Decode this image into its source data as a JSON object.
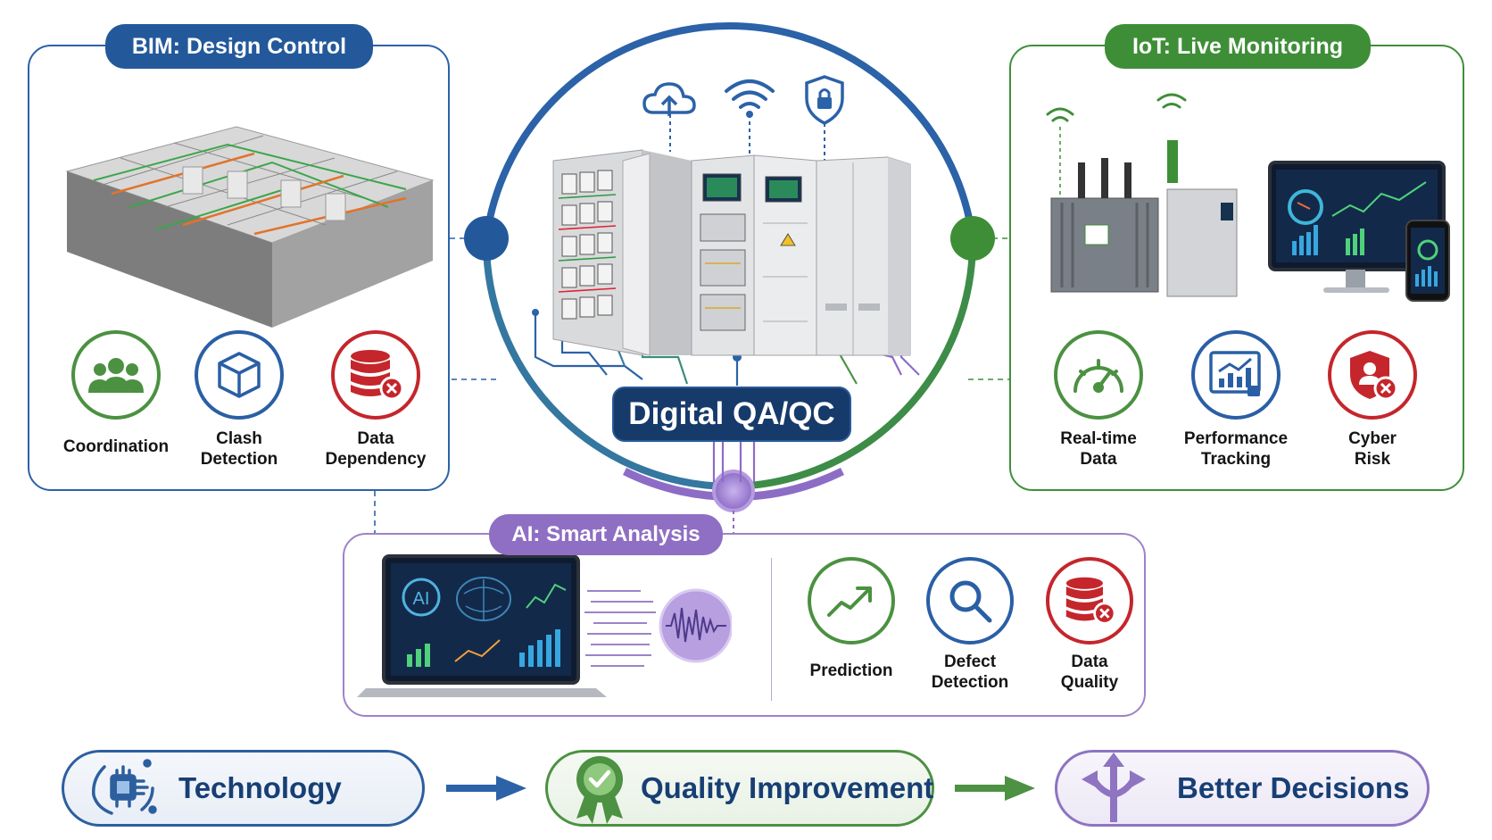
{
  "bim": {
    "title": "BIM: Design Control",
    "features": [
      {
        "icon": "team-icon",
        "label_lines": [
          "Coordination"
        ]
      },
      {
        "icon": "cube-icon",
        "label_lines": [
          "Clash",
          "Detection"
        ]
      },
      {
        "icon": "database-error-icon",
        "label_lines": [
          "Data",
          "Dependency"
        ]
      }
    ]
  },
  "iot": {
    "title": "IoT: Live Monitoring",
    "features": [
      {
        "icon": "gauge-icon",
        "label_lines": [
          "Real-time",
          "Data"
        ]
      },
      {
        "icon": "chart-monitor-icon",
        "label_lines": [
          "Performance",
          "Tracking"
        ]
      },
      {
        "icon": "shield-hacker-icon",
        "label_lines": [
          "Cyber",
          "Risk"
        ]
      }
    ]
  },
  "center": {
    "title": "Digital QA/QC",
    "top_icons": [
      "cloud-upload-icon",
      "wifi-icon",
      "shield-lock-icon"
    ]
  },
  "ai": {
    "title": "AI: Smart Analysis",
    "laptop_badge": "AI",
    "features": [
      {
        "icon": "trend-up-icon",
        "label_lines": [
          "Prediction"
        ]
      },
      {
        "icon": "magnifier-icon",
        "label_lines": [
          "Defect",
          "Detection"
        ]
      },
      {
        "icon": "database-error-icon",
        "label_lines": [
          "Data",
          "Quality"
        ]
      }
    ]
  },
  "flow": {
    "steps": [
      {
        "icon": "chip-hand-icon",
        "label": "Technology"
      },
      {
        "icon": "quality-medal-icon",
        "label": "Quality Improvement"
      },
      {
        "icon": "split-arrows-icon",
        "label": "Better Decisions"
      }
    ]
  },
  "colors": {
    "bim_blue": "#23599b",
    "iot_green": "#3e8e37",
    "ai_purple": "#8f6fc3",
    "qa_navy": "#163a6a",
    "alert_red": "#c4262c"
  }
}
